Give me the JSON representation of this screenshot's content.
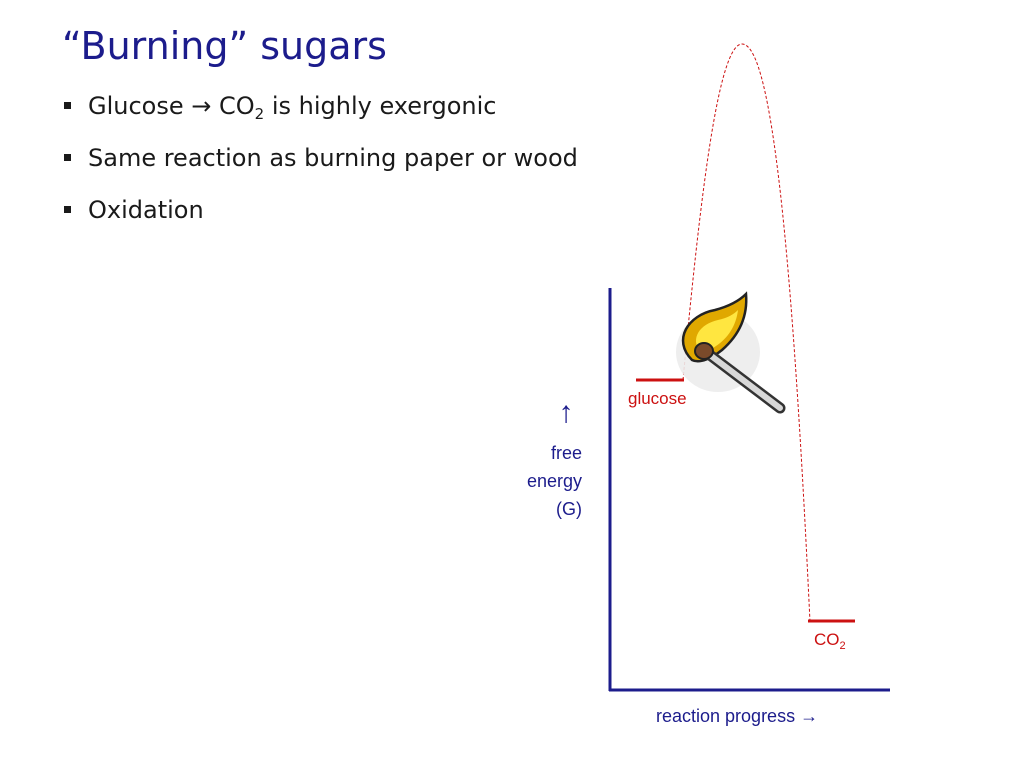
{
  "slide": {
    "title": "“Burning” sugars",
    "bullets": [
      {
        "pre": "Glucose → CO",
        "sub": "2",
        "post": " is highly exergonic"
      },
      {
        "pre": "Same reaction as burning paper or wood",
        "sub": "",
        "post": ""
      },
      {
        "pre": "Oxidation",
        "sub": "",
        "post": ""
      }
    ]
  },
  "diagram": {
    "y_axis_arrow": "↑",
    "y_axis_label_lines": [
      "free",
      "energy",
      "(G)"
    ],
    "x_axis_label": "reaction progress →",
    "levels": {
      "glucose": {
        "label": "glucose"
      },
      "co2": {
        "label": "CO",
        "sub": "2"
      }
    },
    "icons": [
      "lit-match-icon"
    ],
    "colors": {
      "title": "#1c1c8c",
      "axis": "#1c1c8c",
      "level_line": "#cc1111",
      "curve": "#cc1111",
      "flame_outer": "#e0a800",
      "flame_inner": "#ffe640"
    }
  }
}
